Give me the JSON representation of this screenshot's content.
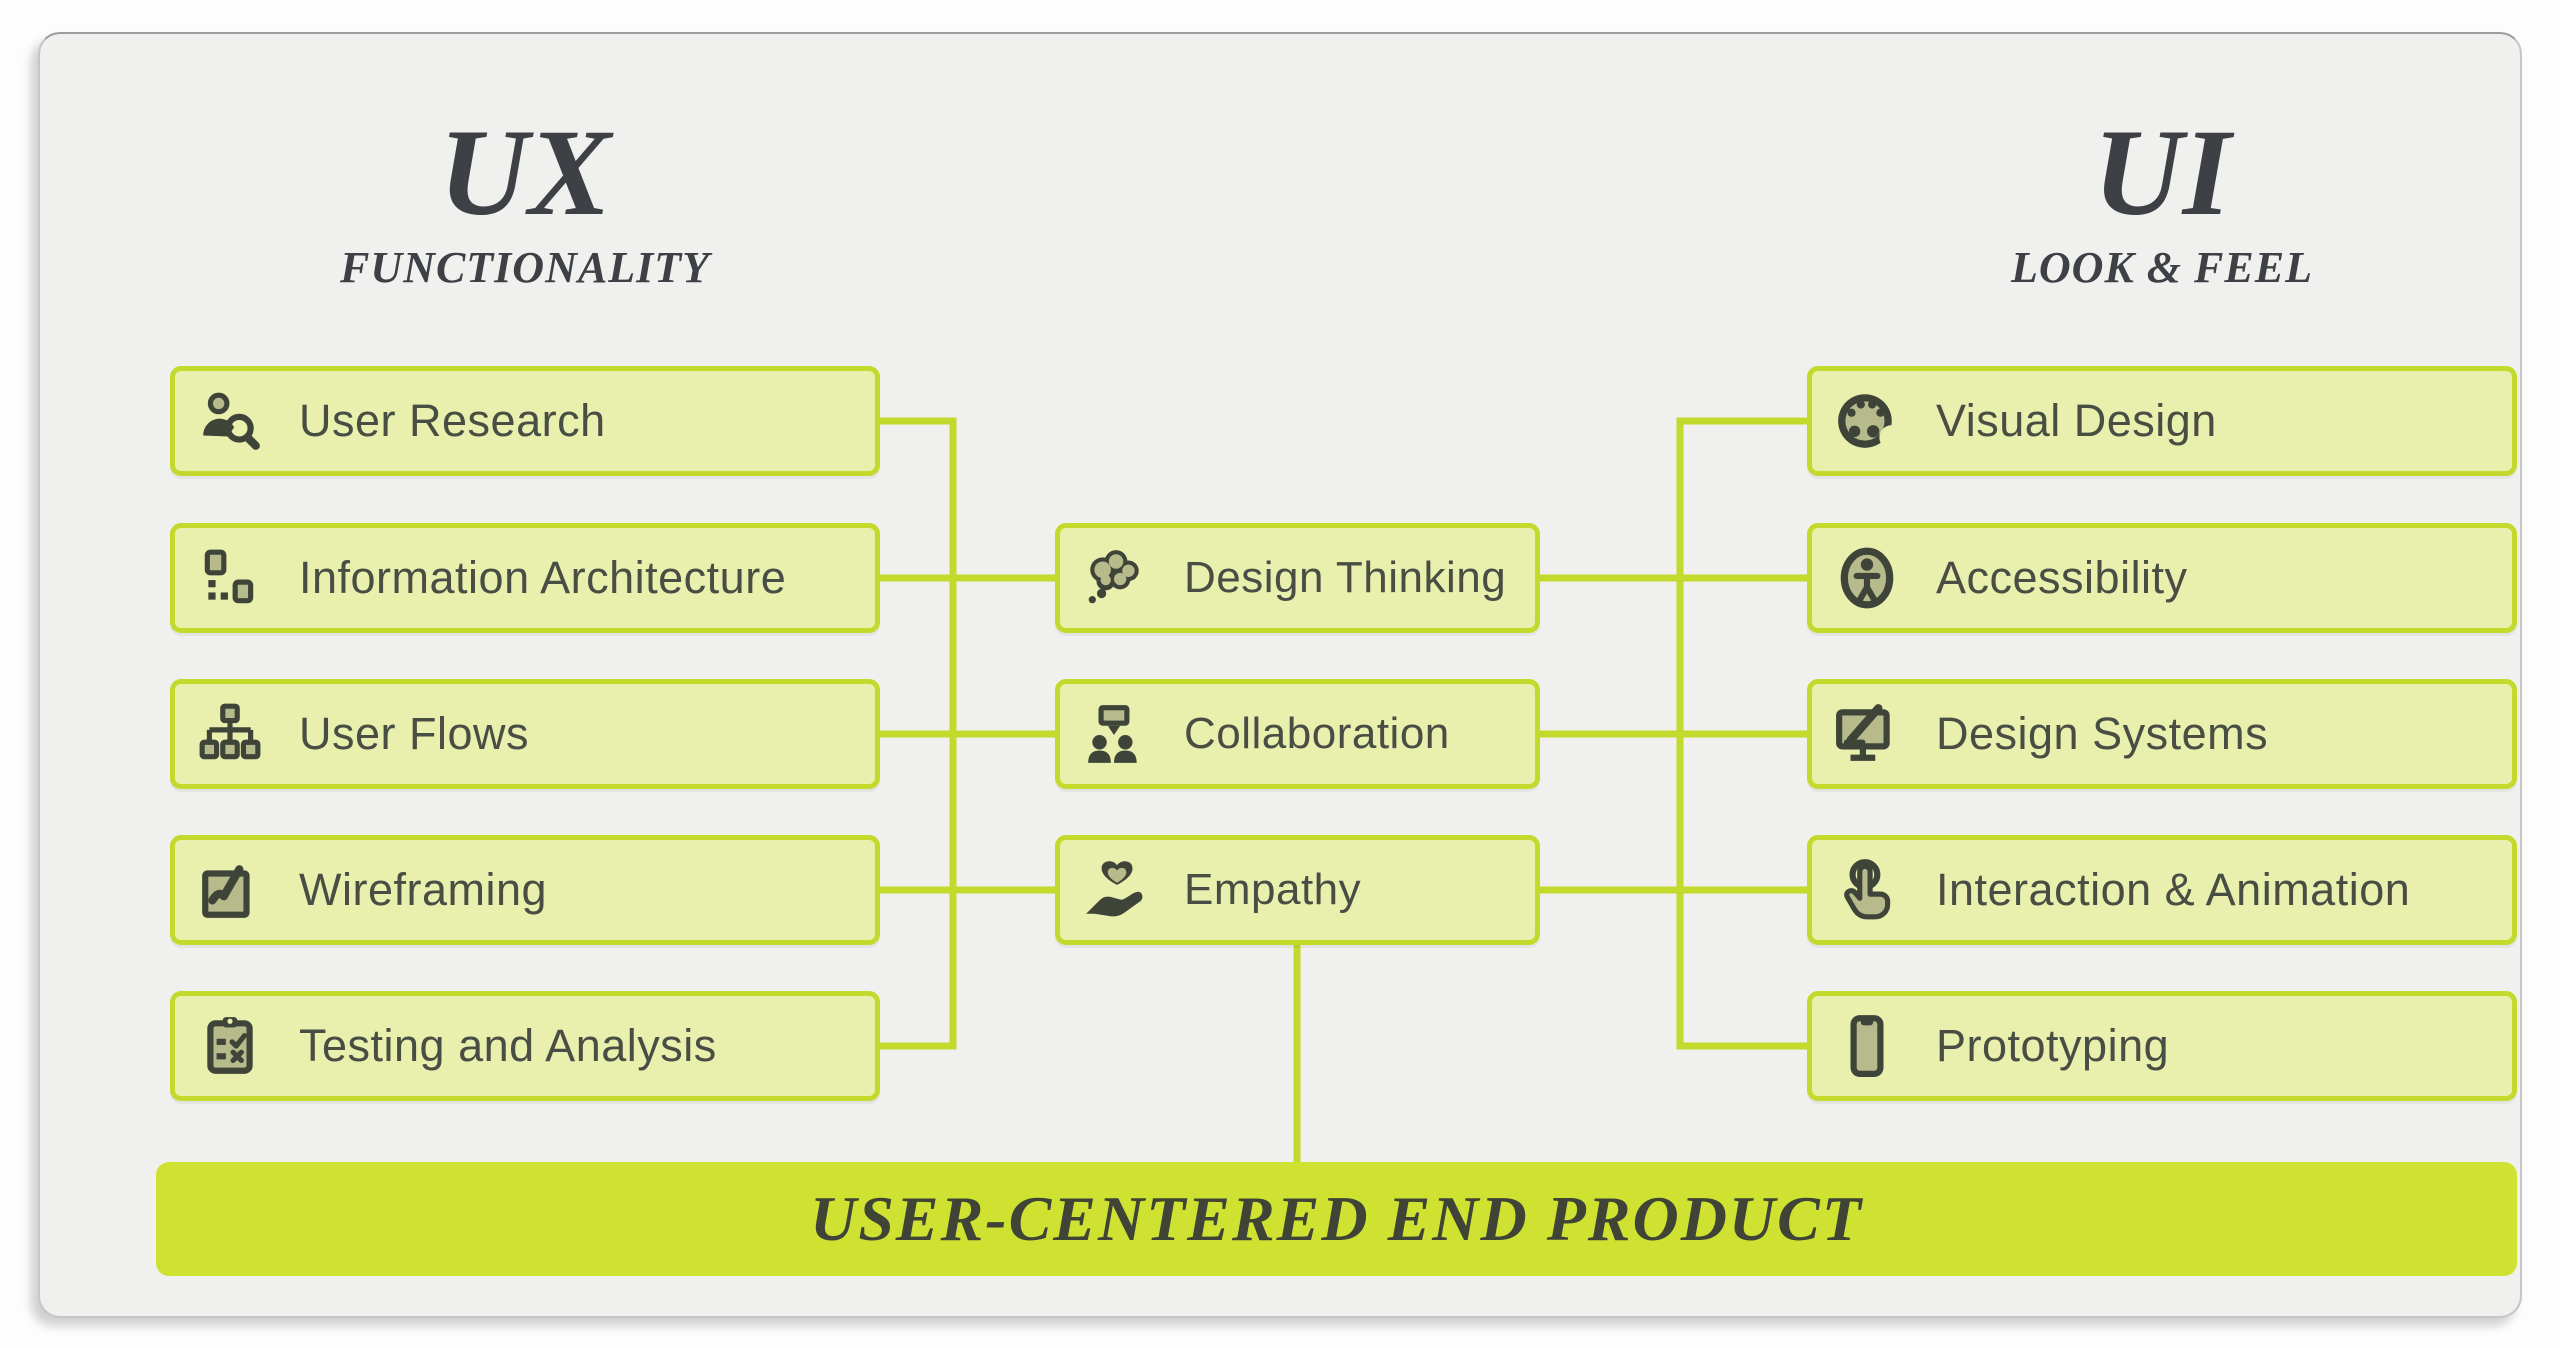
{
  "colors": {
    "page_bg": "#fdfdfd",
    "card_bg": "#f0f0ee",
    "card_border": "#c6c6c6",
    "accent": "#c3d92c",
    "box_fill": "#e9efad",
    "bar_fill": "#cfe232",
    "icon_dark": "#3f4439",
    "icon_olive": "#b7bb8c",
    "heading_text": "#3d4145",
    "label_text": "#494e44",
    "bar_text": "#3f4436"
  },
  "headers": {
    "ux": {
      "title": "UX",
      "subtitle": "FUNCTIONALITY"
    },
    "ui": {
      "title": "UI",
      "subtitle": "LOOK & FEEL"
    }
  },
  "ux_column": {
    "items": [
      {
        "label": "User Research",
        "icon": "user-search-icon"
      },
      {
        "label": "Information Architecture",
        "icon": "sitemap-blocks-icon"
      },
      {
        "label": "User Flows",
        "icon": "flow-tree-icon"
      },
      {
        "label": "Wireframing",
        "icon": "sketch-pen-icon"
      },
      {
        "label": "Testing and Analysis",
        "icon": "clipboard-checklist-icon"
      }
    ]
  },
  "center_column": {
    "items": [
      {
        "label": "Design Thinking",
        "icon": "thought-cloud-icon"
      },
      {
        "label": "Collaboration",
        "icon": "people-chat-icon"
      },
      {
        "label": "Empathy",
        "icon": "hand-heart-icon"
      }
    ]
  },
  "ui_column": {
    "items": [
      {
        "label": "Visual Design",
        "icon": "palette-icon"
      },
      {
        "label": "Accessibility",
        "icon": "accessibility-icon"
      },
      {
        "label": "Design Systems",
        "icon": "monitor-pencil-icon"
      },
      {
        "label": "Interaction & Animation",
        "icon": "tap-gesture-icon"
      },
      {
        "label": "Prototyping",
        "icon": "smartphone-icon"
      }
    ]
  },
  "footer": {
    "label": "USER-CENTERED END PRODUCT"
  }
}
